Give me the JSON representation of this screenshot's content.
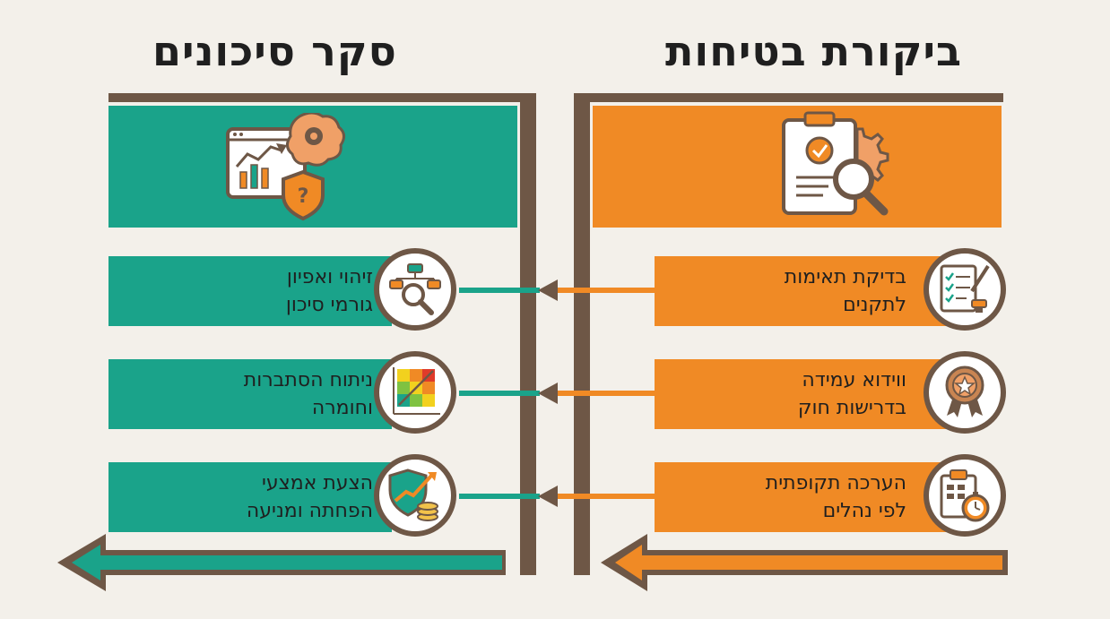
{
  "colors": {
    "orange": "#f08a25",
    "teal": "#1aa38a",
    "brown": "#6e5746",
    "background": "#f3f0ea"
  },
  "left_column": {
    "title": "סקר סיכונים",
    "header_icon": "analytics-brain-shield-icon",
    "items": [
      {
        "text": "זיהוי ואפיון\nגורמי סיכון",
        "icon": "flowchart-magnifier-icon"
      },
      {
        "text": "ניתוח הסתברות\nוחומרה",
        "icon": "risk-matrix-icon"
      },
      {
        "text": "הצעת אמצעי\nהפחתה ומניעה",
        "icon": "shield-growth-coins-icon"
      }
    ]
  },
  "right_column": {
    "title": "ביקורת בטיחות",
    "header_icon": "clipboard-magnifier-gear-icon",
    "items": [
      {
        "text": "בדיקת תאימות\nלתקנים",
        "icon": "checklist-stamp-icon"
      },
      {
        "text": "ווידוא עמידה\nבדרישות חוק",
        "icon": "award-ribbon-icon"
      },
      {
        "text": "הערכה תקופתית\nלפי נהלים",
        "icon": "calendar-stopwatch-icon"
      }
    ]
  }
}
